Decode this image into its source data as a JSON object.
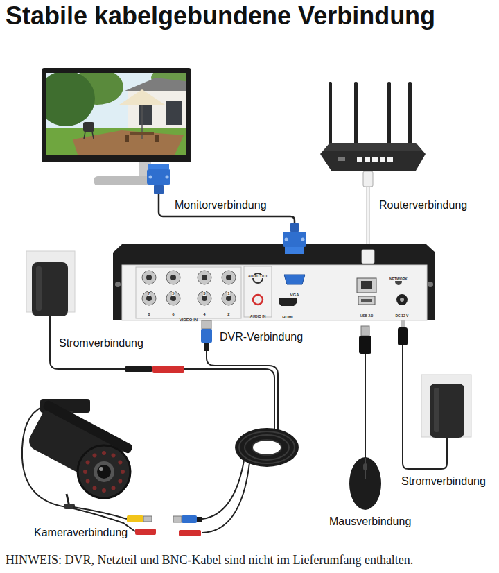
{
  "diagram": {
    "title": "Stabile kabelgebundene Verbindung",
    "labels": [
      "Monitorverbindung",
      "Routerverbindung",
      "Stromverbindung",
      "DVR-Verbindung",
      "Stromverbindung",
      "Mausverbindung",
      "Kameraverbindung",
      "VIDEO IN",
      "AUDIO OUT",
      "AUDIO IN",
      "VGA",
      "HDMI",
      "NETWORK",
      "USB 2.0",
      "DC 12 V",
      "7",
      "5",
      "3",
      "1",
      "8",
      "6",
      "4",
      "2",
      "HINWEIS: DVR, Netzteil und BNC-Kabel sind nicht im Lieferumfang enthalten."
    ]
  }
}
